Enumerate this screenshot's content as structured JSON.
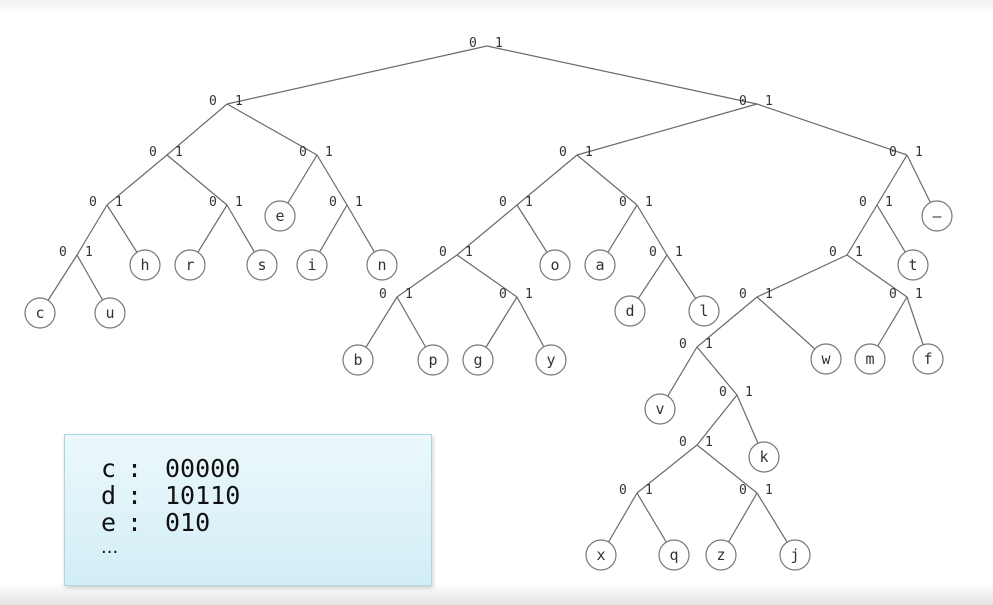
{
  "tree": {
    "edge_labels": {
      "left": "0",
      "right": "1"
    },
    "leaves": [
      {
        "symbol": "c",
        "code": "00000"
      },
      {
        "symbol": "u",
        "code": "00001"
      },
      {
        "symbol": "h",
        "code": "0001"
      },
      {
        "symbol": "r",
        "code": "0010"
      },
      {
        "symbol": "s",
        "code": "0011"
      },
      {
        "symbol": "e",
        "code": "010"
      },
      {
        "symbol": "i",
        "code": "0110"
      },
      {
        "symbol": "n",
        "code": "0111"
      },
      {
        "symbol": "b",
        "code": "10000"
      },
      {
        "symbol": "p",
        "code": "10001"
      },
      {
        "symbol": "g",
        "code": "10010"
      },
      {
        "symbol": "y",
        "code": "10011"
      },
      {
        "symbol": "o",
        "code": "1001"
      },
      {
        "symbol": "a",
        "code": "1010"
      },
      {
        "symbol": "d",
        "code": "10110"
      },
      {
        "symbol": "l",
        "code": "10111"
      },
      {
        "symbol": "v",
        "code": "110000"
      },
      {
        "symbol": "x",
        "code": "11000100"
      },
      {
        "symbol": "q",
        "code": "11000101"
      },
      {
        "symbol": "z",
        "code": "11000110"
      },
      {
        "symbol": "j",
        "code": "11000111"
      },
      {
        "symbol": "k",
        "code": "1100011"
      },
      {
        "symbol": "w",
        "code": "11001"
      },
      {
        "symbol": "m",
        "code": "11010"
      },
      {
        "symbol": "f",
        "code": "11011"
      },
      {
        "symbol": "t",
        "code": "1101"
      },
      {
        "symbol": "—",
        "code": "111"
      }
    ]
  },
  "code_box": {
    "rows": [
      {
        "symbol": "c",
        "separator": ":",
        "code": "00000"
      },
      {
        "symbol": "d",
        "separator": ":",
        "code": "10110"
      },
      {
        "symbol": "e",
        "separator": ":",
        "code": "010"
      }
    ],
    "ellipsis": "..."
  }
}
